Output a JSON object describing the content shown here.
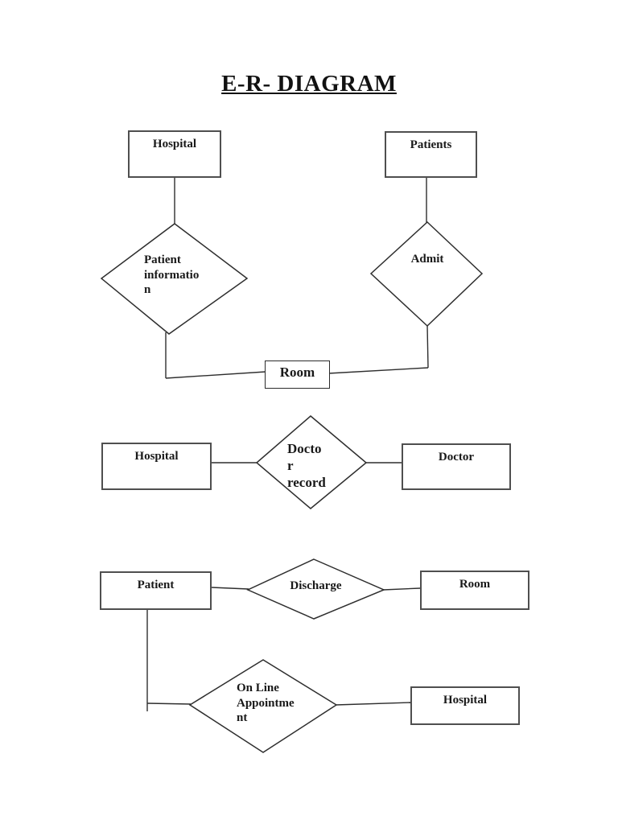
{
  "title": "E-R- DIAGRAM",
  "admission_section": {
    "hospital_entity": "Hospital",
    "patients_entity": "Patients",
    "patient_information_relationship": "Patient\ninformatio\nn",
    "admit_relationship": "Admit",
    "room_entity": "Room"
  },
  "doctor_section": {
    "hospital_entity": "Hospital",
    "doctor_record_relationship": "Docto\nr\nrecord",
    "doctor_entity": "Doctor"
  },
  "discharge_section": {
    "patient_entity": "Patient",
    "discharge_relationship": "Discharge",
    "room_entity": "Room"
  },
  "appointment_section": {
    "online_appointment_relationship": "On Line\nAppointme\nnt",
    "hospital_entity": "Hospital"
  }
}
